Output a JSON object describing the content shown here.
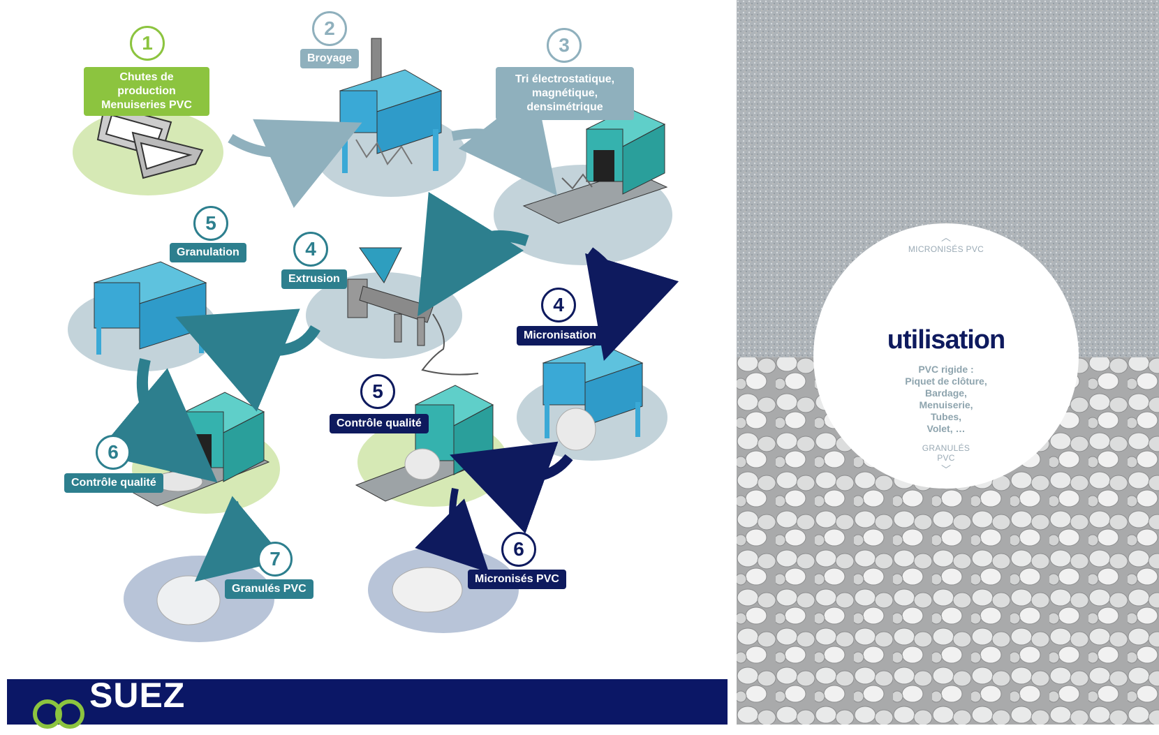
{
  "steps": {
    "s1": {
      "num": "1",
      "label": "Chutes de production Menuiseries PVC"
    },
    "s2": {
      "num": "2",
      "label": "Broyage"
    },
    "s3": {
      "num": "3",
      "label": "Tri électrostatique, magnétique, densimétrique"
    },
    "s4a": {
      "num": "4",
      "label": "Extrusion"
    },
    "s5a": {
      "num": "5",
      "label": "Granulation"
    },
    "s6a": {
      "num": "6",
      "label": "Contrôle qualité"
    },
    "s7a": {
      "num": "7",
      "label": "Granulés PVC"
    },
    "s4b": {
      "num": "4",
      "label": "Micronisation"
    },
    "s5b": {
      "num": "5",
      "label": "Contrôle qualité"
    },
    "s6b": {
      "num": "6",
      "label": "Micronisés PVC"
    }
  },
  "usage_panel": {
    "top_nav": "MICRONISÉS PVC",
    "title": "utilisation",
    "body_lines": [
      "PVC rigide :",
      "Piquet de clôture,",
      "Bardage,",
      "Menuiserie,",
      "Tubes,",
      "Volet, …"
    ],
    "bottom_nav": "GRANULÉS PVC"
  },
  "footer": {
    "brand": "SUEZ"
  },
  "colors": {
    "green": "#8cc43f",
    "grey": "#8fb0bd",
    "teal": "#2d7f8e",
    "navy": "#0e1a5e",
    "pad_green": "#d6e9b5",
    "pad_grey": "#c3d3da",
    "pad_blue": "#b8c4d8"
  }
}
